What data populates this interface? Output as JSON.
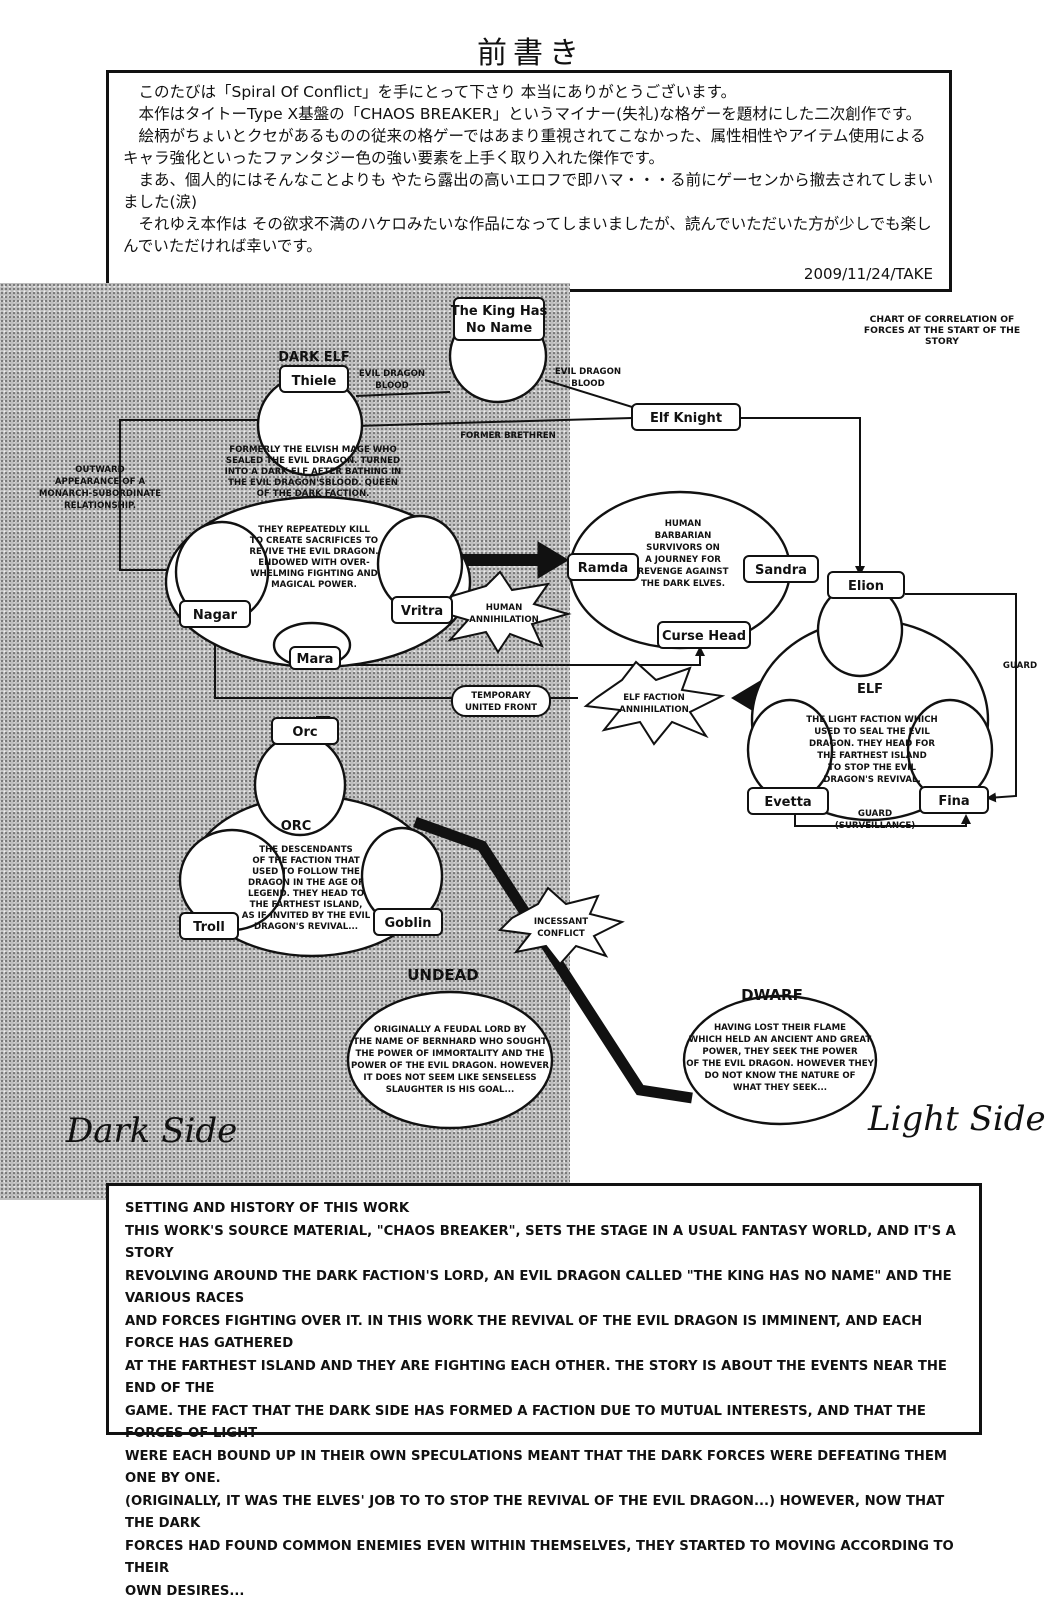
{
  "title": "前書き",
  "preface": {
    "paragraphs": [
      "このたびは「Spiral Of Conflict」を手にとって下さり 本当にありがとうございます。",
      "本作はタイトーType X基盤の「CHAOS BREAKER」というマイナー(失礼)な格ゲーを題材にした二次創作です。",
      "絵柄がちょいとクセがあるものの従来の格ゲーではあまり重視されてこなかった、属性相性やアイテム使用によるキャラ強化といったファンタジー色の強い要素を上手く取り入れた傑作です。",
      "まあ、個人的にはそんなことよりも やたら露出の高いエロフで即ハマ・・・る前にゲーセンから撤去されてしまいました(涙)",
      "それゆえ本作は その欲求不満のハケロみたいな作品になってしまいましたが、読んでいただいた方が少しでも楽しんでいただければ幸いです。"
    ],
    "date": "2009/11/24/TAKE"
  },
  "diagram": {
    "chart_title": [
      "CHART OF CORRELATION OF",
      "FORCES AT THE START OF THE",
      "STORY"
    ],
    "king": [
      "The King Has",
      "No Name"
    ],
    "dark_elf_header": "DARK ELF",
    "thiele": "Thiele",
    "evil_blood_left": [
      "EVIL DRAGON",
      "BLOOD"
    ],
    "evil_blood_right": [
      "EVIL DRAGON",
      "BLOOD"
    ],
    "elf_knight": "Elf Knight",
    "former_brethren": "FORMER BRETHREN",
    "thiele_note": [
      "FORMERLY THE ELVISH MAGE WHO",
      "SEALED THE EVIL DRAGON. TURNED",
      "INTO A DARK ELF AFTER BATHING IN",
      "THE EVIL DRAGON'SBLOOD. QUEEN",
      "OF THE DARK FACTION."
    ],
    "outward": [
      "OUTWARD",
      "APPEARANCE OF A",
      "MONARCH-SUBORDINATE",
      "RELATIONSHIP."
    ],
    "dark_note": [
      "THEY REPEATEDLY KILL",
      "TO CREATE SACRIFICES TO",
      "REVIVE THE EVIL DRAGON.",
      "ENDOWED WITH OVER-",
      "WHELMING FIGHTING AND",
      "MAGICAL POWER."
    ],
    "nagar": "Nagar",
    "vritra": "Vritra",
    "mara": "Mara",
    "human_annihilation": [
      "HUMAN",
      "ANNIHILATION"
    ],
    "human_note": [
      "HUMAN",
      "BARBARIAN",
      "SURVIVORS ON",
      "A JOURNEY FOR",
      "REVENGE AGAINST",
      "THE DARK ELVES."
    ],
    "ramda": "Ramda",
    "sandra": "Sandra",
    "curse_head": "Curse Head",
    "elion": "Elion",
    "guard_right": "GUARD",
    "temporary_front": [
      "TEMPORARY",
      "UNITED FRONT"
    ],
    "elf_faction_annihilation": [
      "ELF FACTION",
      "ANNIHILATION"
    ],
    "elf_header": "ELF",
    "elf_note": [
      "THE LIGHT FACTION WHICH",
      "USED TO SEAL THE EVIL",
      "DRAGON. THEY HEAD FOR",
      "THE FARTHEST ISLAND",
      "TO STOP THE EVIL",
      "DRAGON'S REVIVAL."
    ],
    "evetta": "Evetta",
    "fina": "Fina",
    "guard_surveillance": [
      "GUARD",
      "(SURVEILLANCE)"
    ],
    "orc": "Orc",
    "orc_header": "ORC",
    "orc_note": [
      "THE DESCENDANTS",
      "OF THE FACTION THAT",
      "USED TO FOLLOW THE",
      "DRAGON IN THE AGE OF",
      "LEGEND. THEY HEAD TO",
      "THE FARTHEST ISLAND,",
      "AS IF INVITED BY THE EVIL",
      "DRAGON'S REVIVAL..."
    ],
    "troll": "Troll",
    "goblin": "Goblin",
    "incessant_conflict": [
      "INCESSANT",
      "CONFLICT"
    ],
    "undead_header": "UNDEAD",
    "undead_note": [
      "ORIGINALLY A FEUDAL LORD BY",
      "THE NAME OF BERNHARD WHO SOUGHT",
      "THE POWER OF IMMORTALITY AND THE",
      "POWER OF THE EVIL DRAGON. HOWEVER",
      "IT DOES NOT SEEM LIKE SENSELESS",
      "SLAUGHTER IS HIS GOAL..."
    ],
    "dwarf_header": "DWARF",
    "dwarf_note": [
      "HAVING LOST THEIR FLAME",
      "WHICH HELD AN ANCIENT AND GREAT",
      "POWER, THEY SEEK THE POWER",
      "OF THE EVIL DRAGON. HOWEVER THEY",
      "DO NOT KNOW THE NATURE OF",
      "WHAT THEY SEEK..."
    ],
    "dark_side": "Dark Side",
    "light_side": "Light Side"
  },
  "setting": {
    "lines": [
      "SETTING AND HISTORY OF THIS WORK",
      "THIS WORK'S SOURCE MATERIAL, \"CHAOS BREAKER\", SETS THE STAGE IN A USUAL FANTASY WORLD, AND IT'S A STORY",
      "REVOLVING AROUND THE DARK FACTION'S LORD, AN EVIL DRAGON CALLED \"THE KING HAS NO NAME\" AND THE VARIOUS RACES",
      "AND FORCES FIGHTING OVER IT. IN THIS WORK THE REVIVAL OF THE EVIL DRAGON IS IMMINENT, AND EACH FORCE HAS GATHERED",
      "AT THE FARTHEST ISLAND AND THEY ARE FIGHTING EACH OTHER. THE STORY IS ABOUT THE EVENTS NEAR THE END OF THE",
      "GAME. THE FACT THAT THE DARK SIDE HAS FORMED A FACTION DUE TO MUTUAL INTERESTS, AND THAT THE FORCES OF LIGHT",
      "WERE EACH BOUND UP IN THEIR OWN SPECULATIONS MEANT THAT THE DARK FORCES WERE DEFEATING THEM ONE BY ONE.",
      "(ORIGINALLY, IT WAS THE ELVES' JOB TO TO STOP THE REVIVAL OF THE EVIL DRAGON...) HOWEVER, NOW THAT THE DARK",
      "FORCES HAD FOUND COMMON ENEMIES EVEN WITHIN THEMSELVES, THEY STARTED TO MOVING ACCORDING TO THEIR",
      "OWN DESIRES..."
    ]
  }
}
